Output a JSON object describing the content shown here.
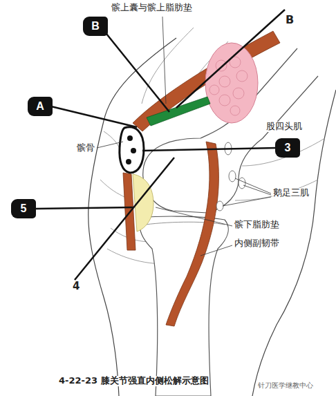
{
  "diagram": {
    "caption": "4-22-23 膝关节强直内侧松解示意图",
    "nodes": [
      {
        "text": [
          "B"
        ]
      },
      {
        "text": [
          "A"
        ]
      },
      {
        "text": [
          "3"
        ]
      },
      {
        "text": [
          "5"
        ]
      }
    ],
    "labels": [
      "髌上囊与髌上脂肪垫",
      "B",
      "股四头肌",
      "髌骨",
      "鹅足三肌",
      "髌下脂肪垫",
      "内侧副韧带",
      "4",
      "针刀医学继教中心"
    ]
  }
}
